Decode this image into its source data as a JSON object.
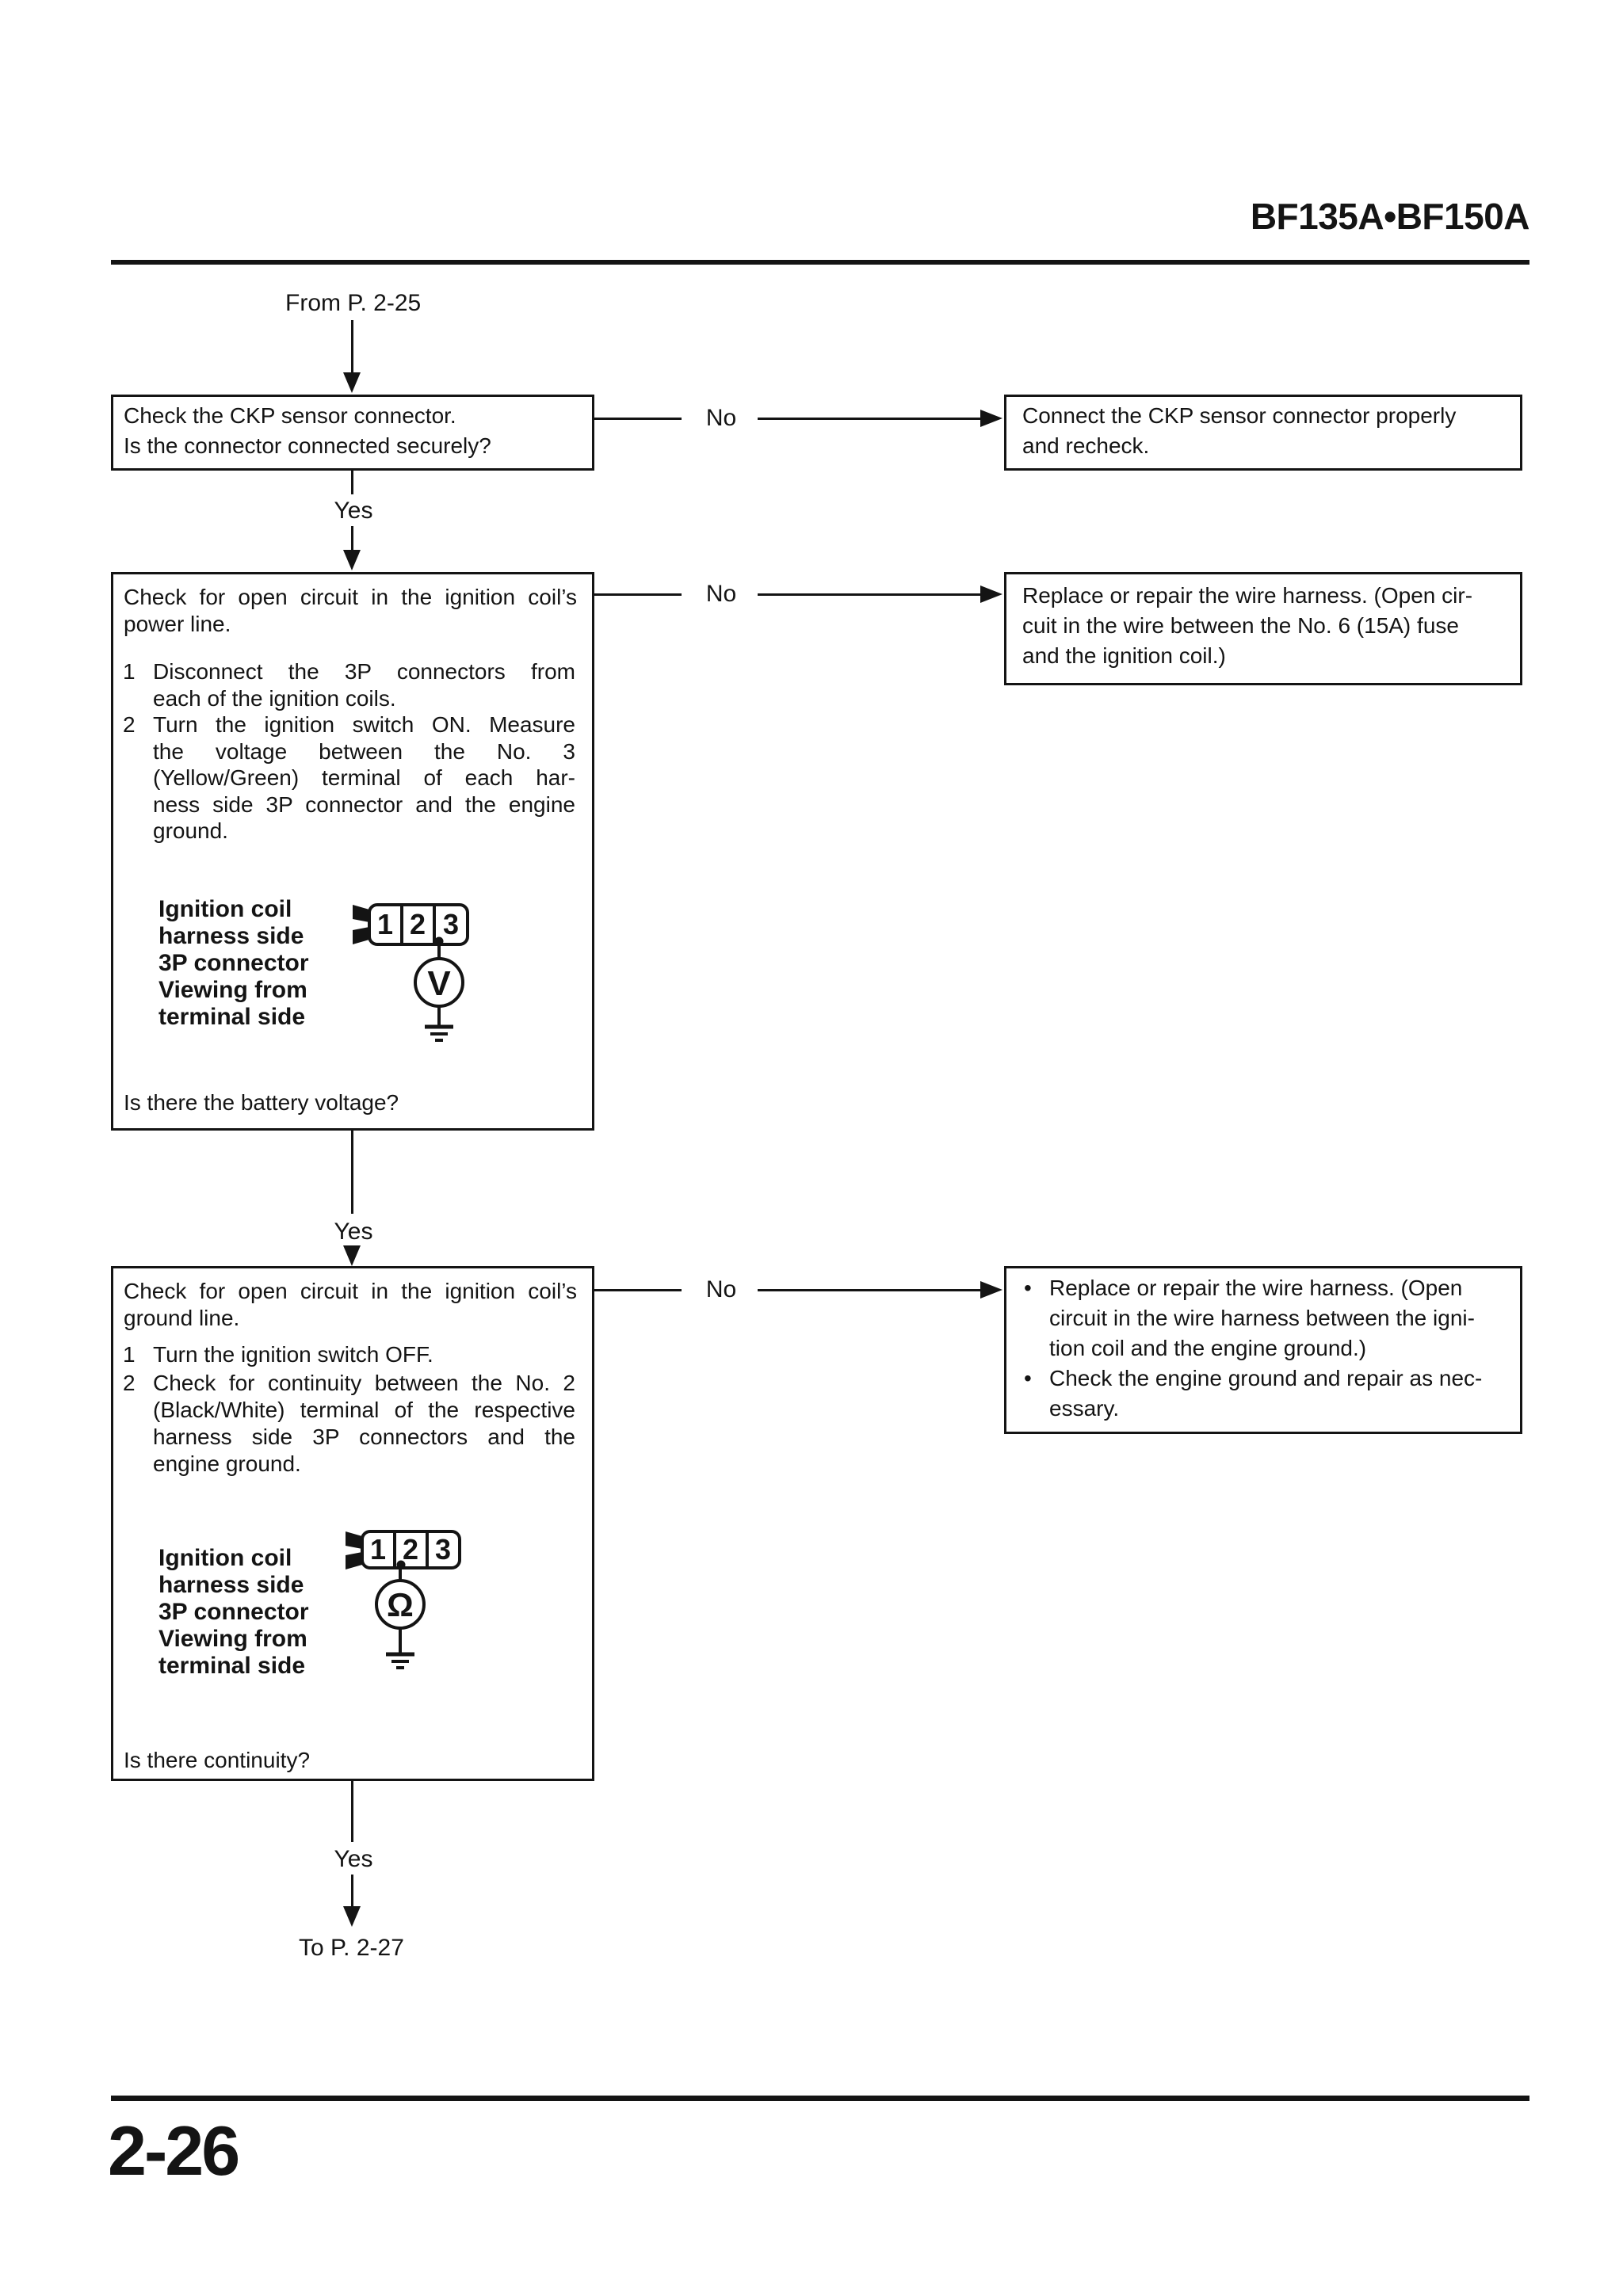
{
  "header": {
    "model": "BF135A•BF150A"
  },
  "flow": {
    "from_label": "From P. 2-25",
    "to_label": "To P. 2-27",
    "yes_label": "Yes",
    "no_label": "No",
    "bullet": "•"
  },
  "step1": {
    "box": {
      "lines": [
        "Check the CKP sensor connector.",
        "Is the connector connected securely?"
      ]
    },
    "no_action": {
      "lines": [
        "Connect the CKP sensor connector properly",
        "and recheck."
      ]
    }
  },
  "step2": {
    "box": {
      "title_lines": [
        "Check for open circuit in the ignition coil’s",
        "power line."
      ],
      "items": [
        {
          "num": "1",
          "lines": [
            "Disconnect the 3P connectors from",
            "each of the ignition coils."
          ]
        },
        {
          "num": "2",
          "lines": [
            "Turn the ignition switch ON. Measure",
            "the voltage between the No. 3",
            "(Yellow/Green) terminal of each har-",
            "ness side 3P connector and the engine",
            "ground."
          ]
        }
      ],
      "figure": {
        "caption_lines": [
          "Ignition coil",
          "harness side",
          "3P connector",
          "Viewing from",
          "terminal side"
        ],
        "terminals": [
          "1",
          "2",
          "3"
        ],
        "meter": "V"
      },
      "question": "Is there the battery voltage?"
    },
    "no_action": {
      "lines": [
        "Replace or repair the wire harness. (Open cir-",
        "cuit in the wire between the No. 6 (15A) fuse",
        "and the ignition coil.)"
      ]
    }
  },
  "step3": {
    "box": {
      "title_lines": [
        "Check for open circuit in the ignition coil’s",
        "ground line."
      ],
      "items": [
        {
          "num": "1",
          "lines": [
            "Turn the ignition switch OFF."
          ]
        },
        {
          "num": "2",
          "lines": [
            "Check for continuity between the No. 2",
            "(Black/White) terminal of the respective",
            "harness side 3P connectors and the",
            "engine ground."
          ]
        }
      ],
      "figure": {
        "caption_lines": [
          "Ignition coil",
          "harness side",
          "3P connector",
          "Viewing from",
          "terminal side"
        ],
        "terminals": [
          "1",
          "2",
          "3"
        ],
        "meter": "Ω"
      },
      "question": "Is there continuity?"
    },
    "no_action": {
      "bullets": [
        {
          "lines": [
            "Replace or repair the wire harness. (Open",
            "circuit in the wire harness between the igni-",
            "tion coil and the engine ground.)"
          ]
        },
        {
          "lines": [
            "Check the engine ground and repair as nec-",
            "essary."
          ]
        }
      ]
    }
  },
  "footer": {
    "page_number": "2-26"
  }
}
